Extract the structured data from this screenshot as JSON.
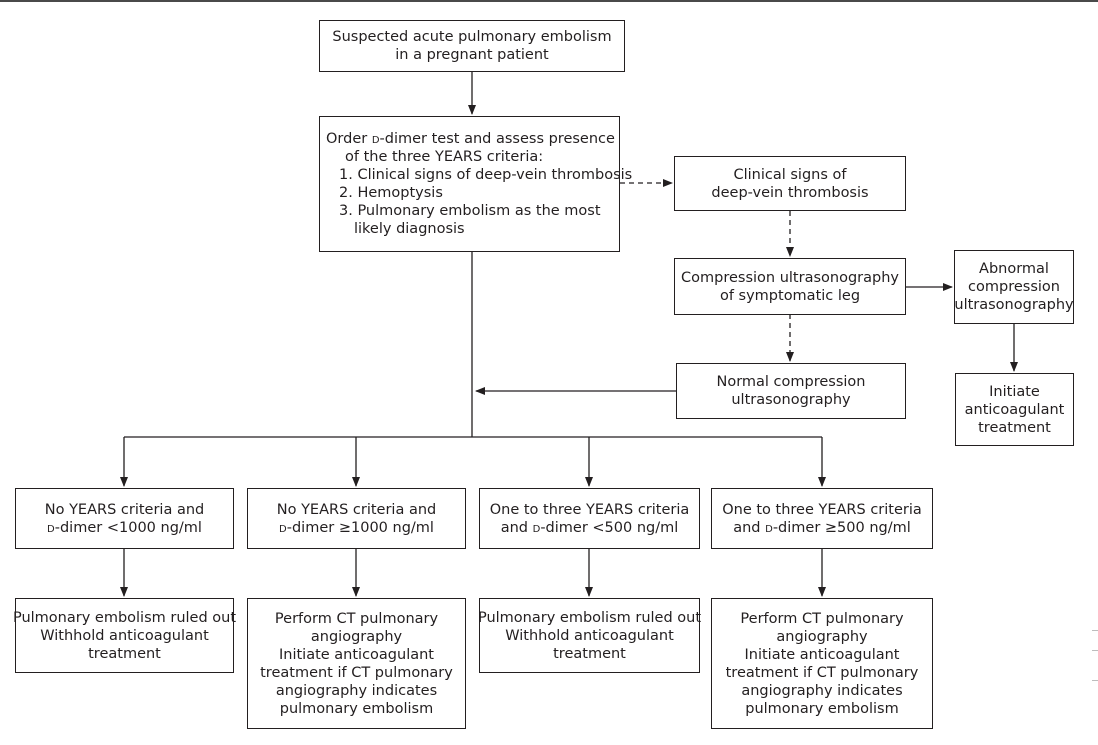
{
  "nodes": {
    "start": [
      "Suspected acute pulmonary embolism",
      "in a pregnant patient"
    ],
    "order": [
      "Order d-dimer test and assess presence",
      "of the three YEARS criteria:",
      "1. Clinical signs of deep-vein thrombosis",
      "2. Hemoptysis",
      "3. Pulmonary embolism as the most",
      "likely diagnosis"
    ],
    "dvt_signs": [
      "Clinical signs of",
      "deep-vein thrombosis"
    ],
    "cus": [
      "Compression ultrasonography",
      "of symptomatic leg"
    ],
    "abnormal_cus": [
      "Abnormal",
      "compression",
      "ultrasonography"
    ],
    "initiate": [
      "Initiate",
      "anticoagulant",
      "treatment"
    ],
    "normal_cus": [
      "Normal compression",
      "ultrasonography"
    ],
    "crit_a": [
      "No YEARS criteria and",
      "d-dimer <1000 ng/ml"
    ],
    "crit_b": [
      "No YEARS criteria and",
      "d-dimer ≥1000 ng/ml"
    ],
    "crit_c": [
      "One to three YEARS criteria",
      "and d-dimer <500 ng/ml"
    ],
    "crit_d": [
      "One to three YEARS criteria",
      "and d-dimer ≥500 ng/ml"
    ],
    "out_a": [
      "Pulmonary embolism ruled out",
      "Withhold anticoagulant",
      "treatment"
    ],
    "out_b": [
      "Perform CT pulmonary",
      "angiography",
      "Initiate anticoagulant",
      "treatment if CT pulmonary",
      "angiography indicates",
      "pulmonary embolism"
    ],
    "out_c": [
      "Pulmonary embolism ruled out",
      "Withhold anticoagulant",
      "treatment"
    ],
    "out_d": [
      "Perform CT pulmonary",
      "angiography",
      "Initiate anticoagulant",
      "treatment if CT pulmonary",
      "angiography indicates",
      "pulmonary embolism"
    ]
  },
  "colors": {
    "line": "#231f20",
    "background": "#ffffff"
  }
}
